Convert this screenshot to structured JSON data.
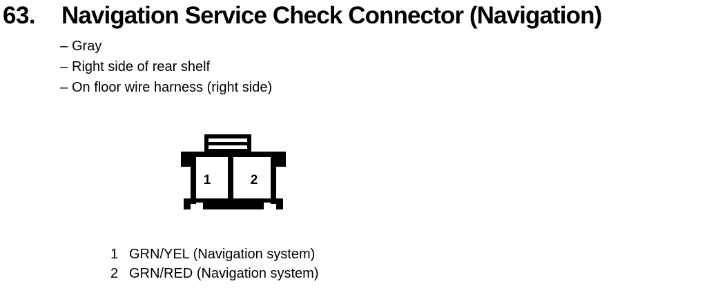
{
  "section": {
    "number": "63.",
    "title": "Navigation Service Check Connector (Navigation)"
  },
  "specs": {
    "dash": "–",
    "items": [
      {
        "label": "Gray"
      },
      {
        "label": "Right side of rear shelf"
      },
      {
        "label": "On floor wire harness (right side)"
      }
    ]
  },
  "connector": {
    "name": "2-pin-connector-diagram",
    "pins": [
      {
        "number": "1"
      },
      {
        "number": "2"
      }
    ],
    "stroke_color": "#000000",
    "fill_color": "#ffffff"
  },
  "pin_legend": [
    {
      "number": "1",
      "description": "GRN/YEL (Navigation system)"
    },
    {
      "number": "2",
      "description": "GRN/RED (Navigation system)"
    }
  ]
}
